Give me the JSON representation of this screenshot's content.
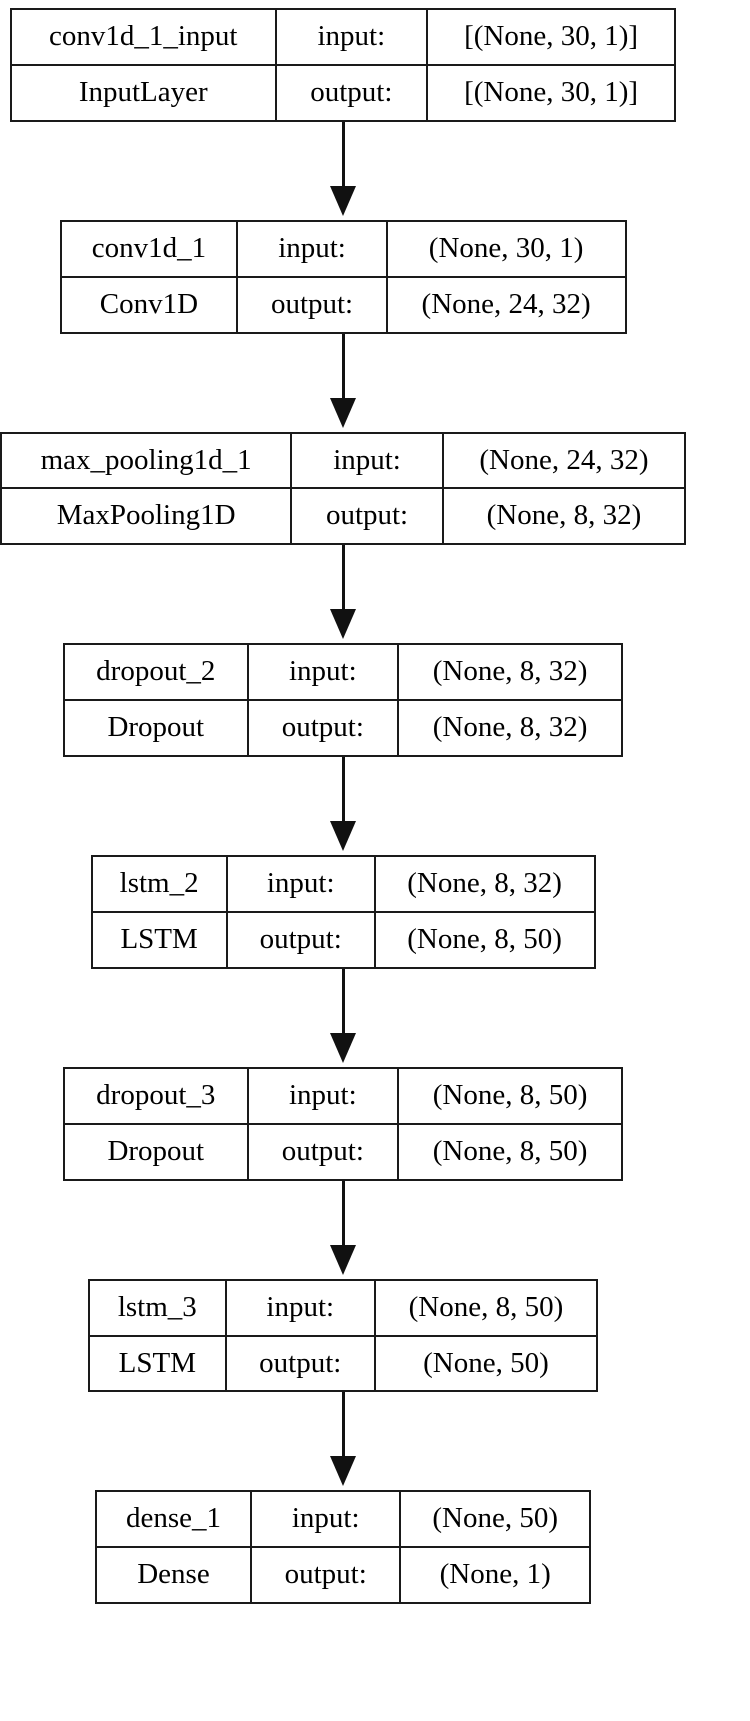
{
  "diagram": {
    "kind": "keras-model-architecture",
    "colors": {
      "border": "#1a1a1a",
      "background": "#ffffff",
      "text": "#000000",
      "arrow": "#111111"
    },
    "labels": {
      "input": "input:",
      "output": "output:"
    },
    "layers": [
      {
        "name": "conv1d_1_input",
        "class": "InputLayer",
        "input_shape": "[(None, 30, 1)]",
        "output_shape": "[(None, 30, 1)]"
      },
      {
        "name": "conv1d_1",
        "class": "Conv1D",
        "input_shape": "(None, 30, 1)",
        "output_shape": "(None, 24, 32)"
      },
      {
        "name": "max_pooling1d_1",
        "class": "MaxPooling1D",
        "input_shape": "(None, 24, 32)",
        "output_shape": "(None, 8, 32)"
      },
      {
        "name": "dropout_2",
        "class": "Dropout",
        "input_shape": "(None, 8, 32)",
        "output_shape": "(None, 8, 32)"
      },
      {
        "name": "lstm_2",
        "class": "LSTM",
        "input_shape": "(None, 8, 32)",
        "output_shape": "(None, 8, 50)"
      },
      {
        "name": "dropout_3",
        "class": "Dropout",
        "input_shape": "(None, 8, 50)",
        "output_shape": "(None, 8, 50)"
      },
      {
        "name": "lstm_3",
        "class": "LSTM",
        "input_shape": "(None, 8, 50)",
        "output_shape": "(None, 50)"
      },
      {
        "name": "dense_1",
        "class": "Dense",
        "input_shape": "(None, 50)",
        "output_shape": "(None, 1)"
      }
    ]
  }
}
